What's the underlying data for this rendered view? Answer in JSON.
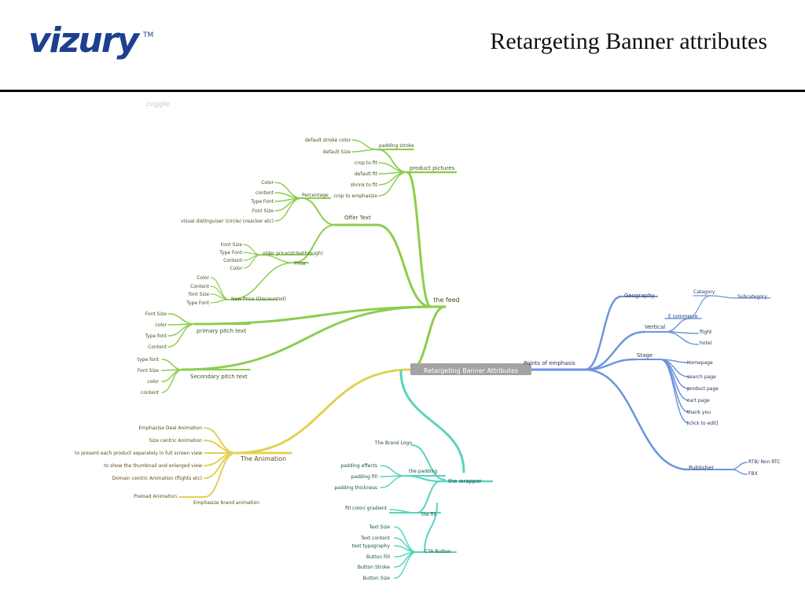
{
  "header": {
    "logo_text": "vizury",
    "logo_tm": "TM",
    "title": "Retargeting Banner attributes"
  },
  "watermark": "coggle",
  "colors": {
    "feed": "#8ccd4e",
    "animation": "#e4d055",
    "wrapper": "#57d4bf",
    "emphasis": "#6c95dc",
    "root_box": "#a3a3a3",
    "text_green": "#3b5320",
    "text_gold": "#5d4e15",
    "text_teal": "#1b5148",
    "text_blue": "#27385d"
  },
  "mindmap": {
    "root": "Retargeting Banner Attributes",
    "feed": {
      "label": "the feed",
      "product_pictures": {
        "label": "product pictures",
        "padding_stroke": {
          "label": "padding stroke",
          "children": [
            "default stroke color",
            "default Size"
          ]
        },
        "children": [
          "crop to fit",
          "default fit",
          "shrink to fit",
          "crop to emphasize"
        ]
      },
      "offer_text": {
        "label": "Offer Text",
        "percentage": {
          "label": "Percentage",
          "children": [
            "Color",
            "content",
            "Type Font",
            "Font Size",
            "visual distinguiser (circle/ creacker etc)"
          ]
        },
        "price": {
          "label": "Price",
          "older_price": {
            "label": "older price(strikethrough)",
            "children": [
              "Font Size",
              "Type Font",
              "Content",
              "Color"
            ]
          },
          "new_price": {
            "label": "New Price (Discounted)",
            "children": [
              "Color",
              "Content",
              "font Size",
              "Type Font"
            ]
          }
        }
      },
      "primary_pitch": {
        "label": "primary pitch text",
        "children": [
          "Font Size",
          "color",
          "Type font",
          "Content"
        ]
      },
      "secondary_pitch": {
        "label": "Secondary pitch text",
        "children": [
          "type font",
          "Font Size",
          "color",
          "content"
        ]
      }
    },
    "animation": {
      "label": "The Animation",
      "children": [
        "Emphazise Deal Animation",
        "Size centric Animation",
        "to present each product separately in full screen view",
        "to show the thumbnail and enlarged view",
        "Domain centric Animation (flights etc)"
      ],
      "brand": {
        "label": "Emphasize brand animation",
        "children": [
          "Preload Animation"
        ]
      }
    },
    "wrapper": {
      "label": "the wrapper",
      "brand_logo": "The Brand Logo",
      "padding": {
        "label": "the padding",
        "children": [
          "padding effects",
          "padding fill",
          "padding thickness"
        ]
      },
      "fill": {
        "label": "the fill",
        "children": [
          "fill color/ gradient"
        ]
      },
      "cta": {
        "label": "CTA Button",
        "children": [
          "Text Size",
          "Text content",
          "text typography",
          "Button Fill",
          "Button Stroke",
          "Button Size"
        ]
      }
    },
    "emphasis": {
      "label": "Points of emphasis",
      "geography": "Geography",
      "vertical": {
        "label": "Vertical",
        "ecommerce": {
          "label": "E commerce",
          "category": "Category",
          "subcategory": "Subcategory"
        },
        "children": [
          "flight",
          "hotel"
        ]
      },
      "stage": {
        "label": "Stage",
        "children": [
          "Homepage",
          "search page",
          "product page",
          "cart page",
          "thank you",
          "[click to edit]"
        ]
      },
      "publisher": {
        "label": "Publisher",
        "children": [
          "RTB/ Non RTC",
          "FBX"
        ]
      }
    }
  }
}
